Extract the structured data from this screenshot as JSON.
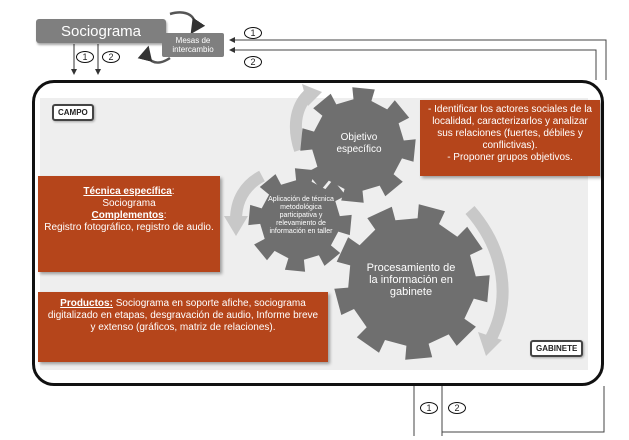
{
  "boxes": {
    "sociograma": "Sociograma",
    "mesas": "Mesas de intercambio"
  },
  "markers": {
    "one": "1",
    "two": "2"
  },
  "labels": {
    "campo": "CAMPO",
    "gabinete": "GABINETE"
  },
  "gears": {
    "objetivo": "Objetivo específico",
    "aplicacion": "Aplicación de técnica metodológica participativa y relevamiento de información en taller",
    "procesamiento": "Procesamiento de la información en gabinete"
  },
  "panels": {
    "objetivos_text1": "- Identificar los actores sociales de la localidad, caracterizarlos y analizar sus relaciones (fuertes, débiles y conflictivas).",
    "objetivos_text2": "- Proponer grupos objetivos.",
    "tecnica_heading": "Técnica específica",
    "tecnica_colon": ":",
    "tecnica_value": "Sociograma",
    "complementos_heading": "Complementos",
    "complementos_colon": ":",
    "complementos_value": "Registro fotográfico, registro de audio.",
    "productos_heading": "Productos:",
    "productos_value": " Sociograma en soporte afiche, sociograma digitalizado en etapas, desgravación de audio, Informe breve y extenso (gráficos, matriz de relaciones)."
  },
  "colors": {
    "panel": "#b5451b",
    "gear": "#6f6f6f",
    "arrow": "#c8c8c8",
    "box": "#7f7f7f"
  }
}
